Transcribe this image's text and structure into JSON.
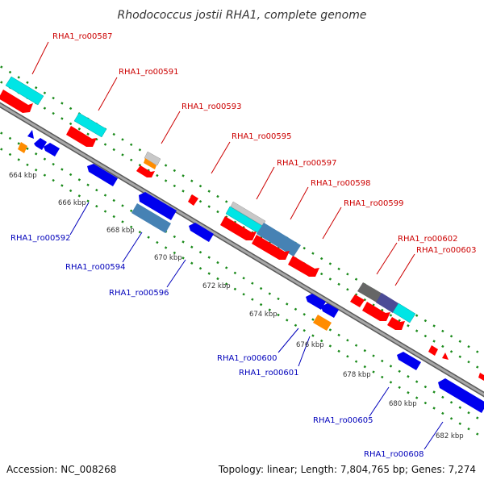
{
  "title": "Rhodococcus jostii RHA1, complete genome",
  "footer": {
    "accession": "Accession: NC_008268",
    "topology": "Topology: linear; Length: 7,804,765 bp; Genes: 7,274"
  },
  "colors": {
    "red": "#ff0000",
    "blue": "#0000ee",
    "cyan": "#00e5e5",
    "steel": "#4682b4",
    "orange": "#ff8c00",
    "grey": "#b4b4b4",
    "navy": "#4b4b96",
    "backbone": "#8a8a8a",
    "tick_green": "#1a8a1a",
    "label_top": "#cc0000",
    "label_bottom": "#0000bb"
  },
  "kbp_labels": [
    "664 kbp",
    "666 kbp",
    "668 kbp",
    "670 kbp",
    "672 kbp",
    "674 kbp",
    "676 kbp",
    "678 kbp",
    "680 kbp",
    "682 kbp"
  ],
  "top_labels": [
    "RHA1_ro00587",
    "RHA1_ro00591",
    "RHA1_ro00593",
    "RHA1_ro00595",
    "RHA1_ro00597",
    "RHA1_ro00598",
    "RHA1_ro00599",
    "RHA1_ro00602",
    "RHA1_ro00603"
  ],
  "bottom_labels": [
    "RHA1_ro00592",
    "RHA1_ro00594",
    "RHA1_ro00596",
    "RHA1_ro00600",
    "RHA1_ro00601",
    "RHA1_ro00605",
    "RHA1_ro00608"
  ]
}
